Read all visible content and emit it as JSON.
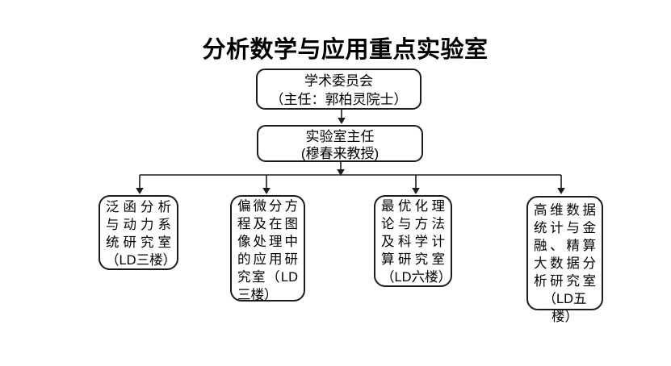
{
  "title": "分析数学与应用重点实验室",
  "colors": {
    "background": "#ffffff",
    "text": "#000000",
    "box_border": "#1c1c1c",
    "connector_line": "#1c1c1c"
  },
  "committee": {
    "lines": [
      "学术委员会",
      "（主任：郭柏灵院士）"
    ]
  },
  "director": {
    "lines": [
      "实验室主任",
      "(穆春来教授)"
    ]
  },
  "labs": [
    {
      "lines": [
        "泛函分析",
        "与动力系",
        "统研究室",
        "（LD三楼）"
      ]
    },
    {
      "lines": [
        "偏微分方",
        "程及在图",
        "像处理中",
        "的应用研",
        "究室（LD",
        "三楼）"
      ]
    },
    {
      "lines": [
        "最优化理",
        "论与方法",
        "及科学计",
        "算研究室",
        "（LD六楼）"
      ]
    },
    {
      "lines": [
        "高维数据",
        "统计与金",
        "融、精算",
        "大数据分",
        "析研究室",
        "（LD五楼）"
      ]
    }
  ]
}
